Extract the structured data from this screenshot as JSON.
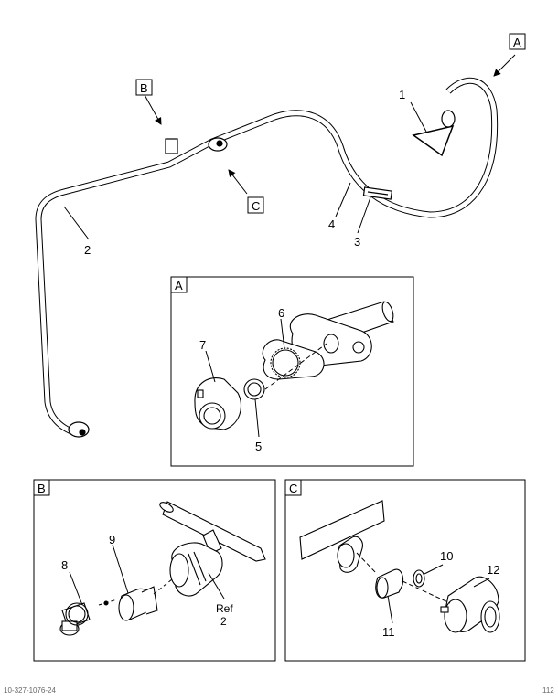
{
  "main_view": {
    "callouts": [
      "1",
      "2",
      "3",
      "4"
    ],
    "detail_markers": [
      "A",
      "B",
      "C"
    ]
  },
  "detail_a": {
    "label": "A",
    "callouts": [
      "5",
      "6",
      "7"
    ]
  },
  "detail_b": {
    "label": "B",
    "callouts": [
      "8",
      "9"
    ],
    "ref_line1": "Ref",
    "ref_line2": "2"
  },
  "detail_c": {
    "label": "C",
    "callouts": [
      "10",
      "11",
      "12"
    ]
  },
  "footer": {
    "left": "10-327-1076-24",
    "right": "112"
  }
}
